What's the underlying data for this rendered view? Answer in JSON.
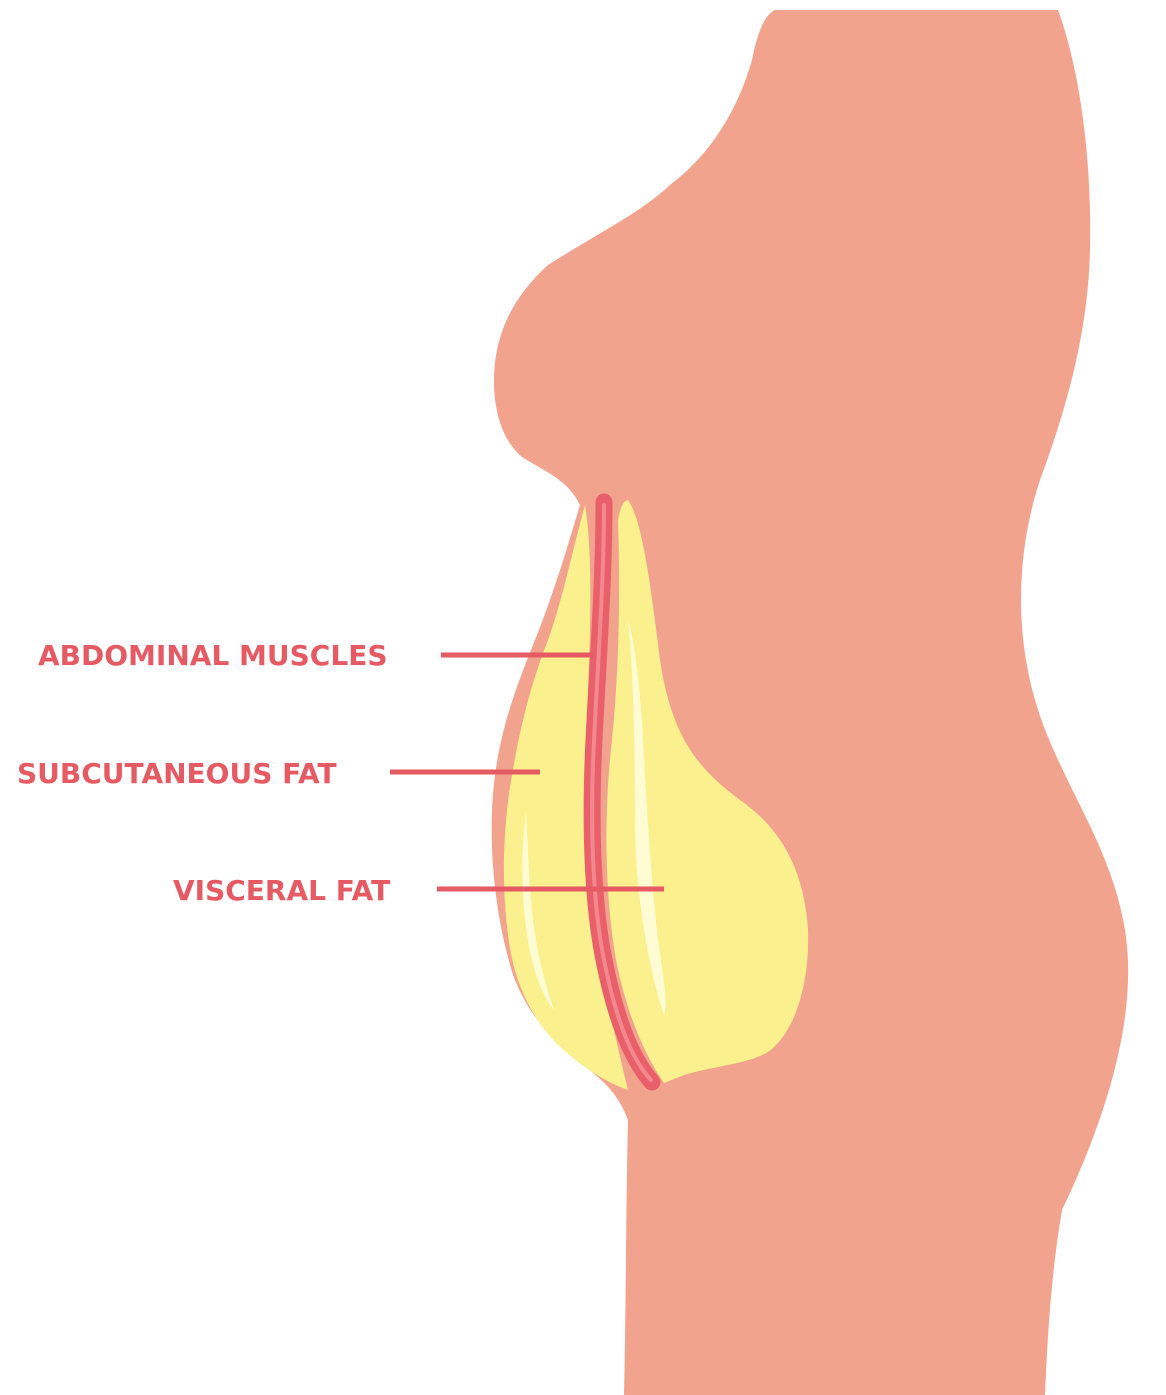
{
  "labels": {
    "abdominal_muscles": "ABDOMINAL MUSCLES",
    "subcutaneous_fat": "SUBCUTANEOUS FAT",
    "visceral_fat": "VISCERAL FAT"
  },
  "colors": {
    "background": "#ffffff",
    "skin": "#f2a38d",
    "fat": "#faf08e",
    "fat_highlight": "#fffbd2",
    "muscle": "#e9606a",
    "label": "#e55a63"
  }
}
